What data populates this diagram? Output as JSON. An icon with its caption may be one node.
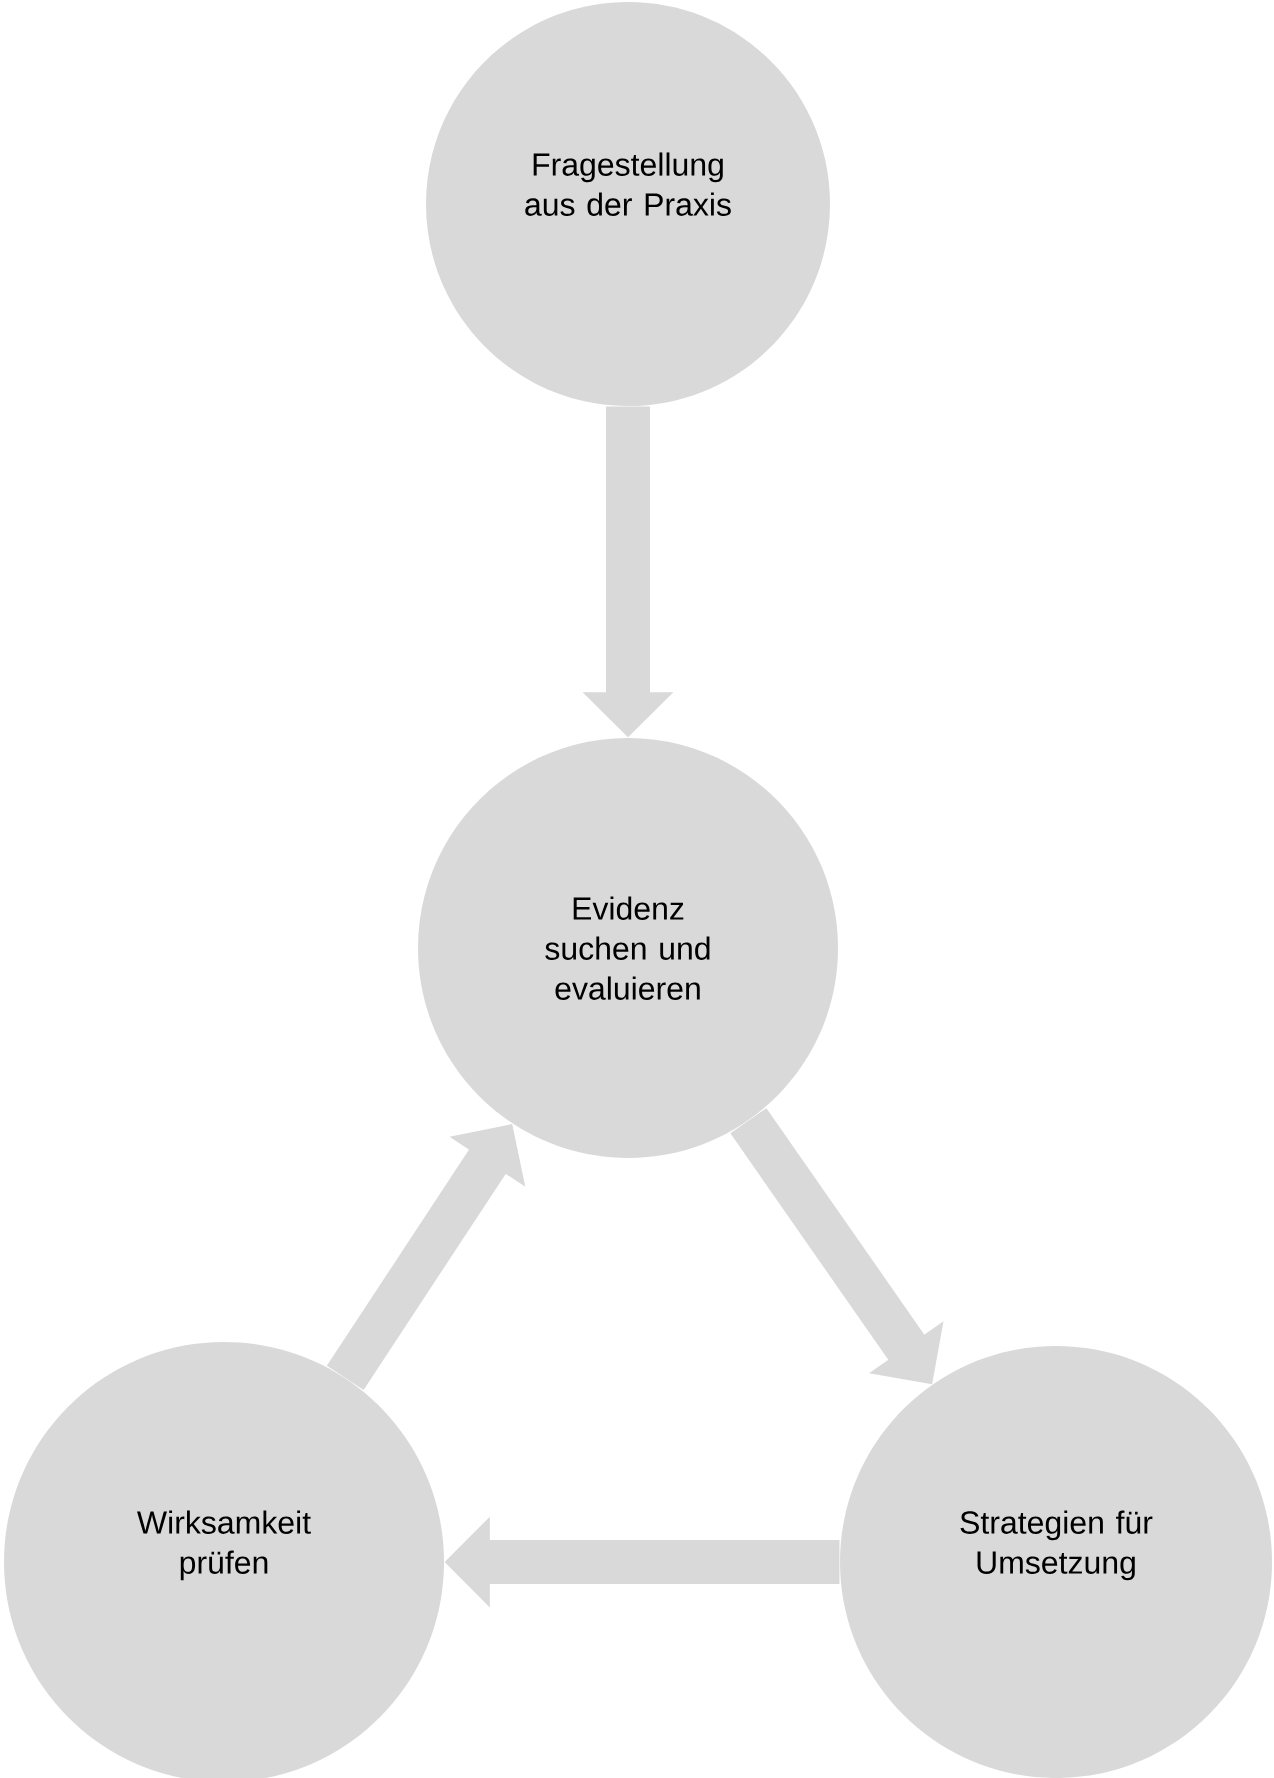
{
  "diagram": {
    "nodes": [
      {
        "text": [
          "Fragestellung aus der Praxis"
        ]
      },
      {
        "text": [
          "Evidenz suchen und evaluieren"
        ]
      },
      {
        "text": [
          "Strategien für Umsetzung"
        ]
      },
      {
        "text": [
          "Wirksamkeit prüfen"
        ]
      }
    ],
    "edges": [
      {
        "from": 0,
        "to": 1,
        "arrow": "to"
      },
      {
        "from": 1,
        "to": 2,
        "arrow": "to"
      },
      {
        "from": 2,
        "to": 3,
        "arrow": "to"
      },
      {
        "from": 3,
        "to": 1,
        "arrow": "to"
      }
    ]
  }
}
